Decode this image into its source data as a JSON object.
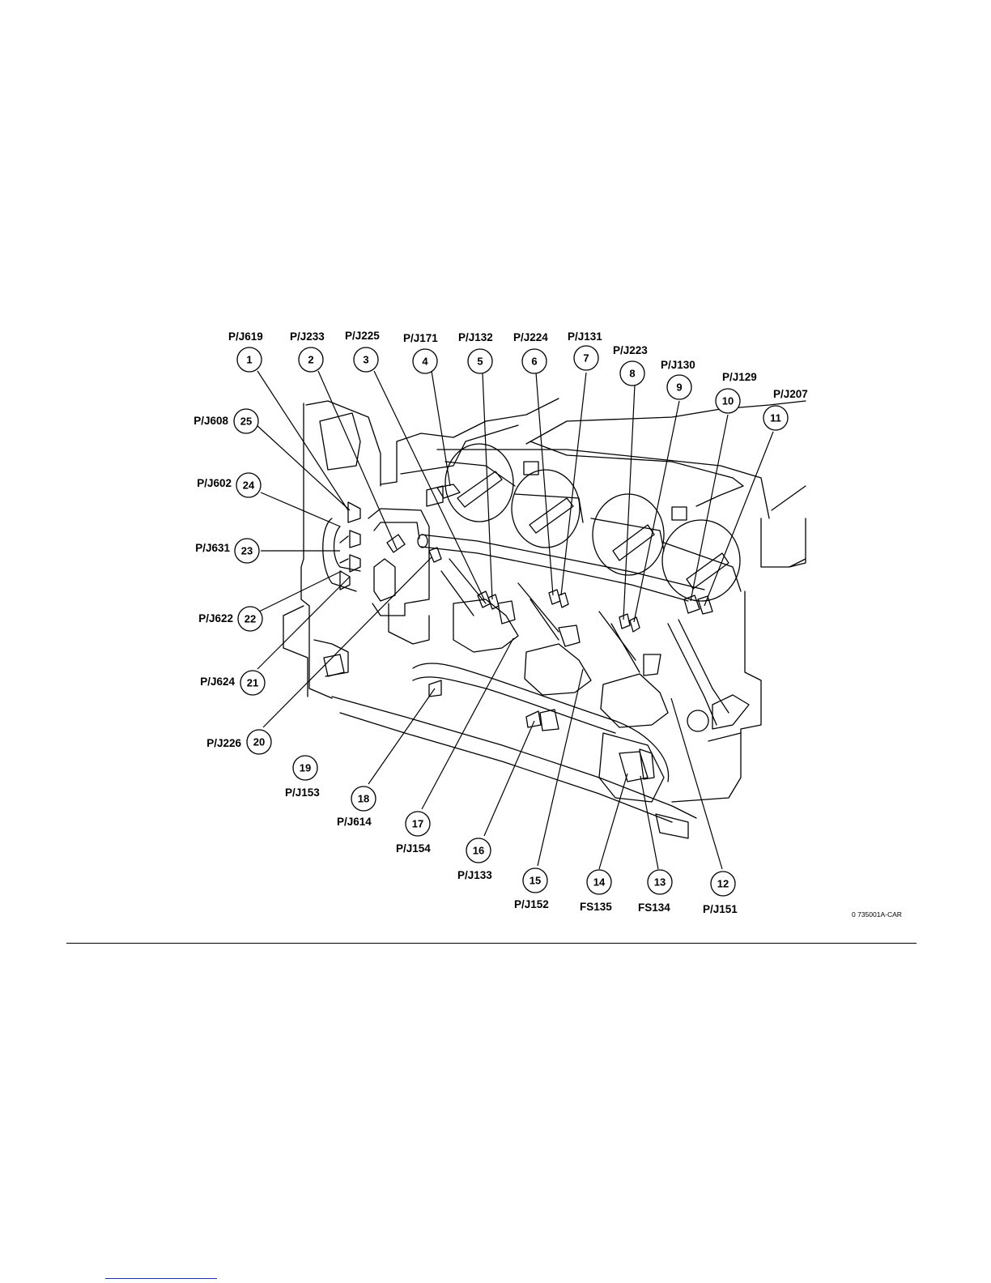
{
  "figure": {
    "id": "0 735001A-CAR",
    "callouts": [
      {
        "num": "1",
        "label": "P/J619"
      },
      {
        "num": "2",
        "label": "P/J233"
      },
      {
        "num": "3",
        "label": "P/J225"
      },
      {
        "num": "4",
        "label": "P/J171"
      },
      {
        "num": "5",
        "label": "P/J132"
      },
      {
        "num": "6",
        "label": "P/J224"
      },
      {
        "num": "7",
        "label": "P/J131"
      },
      {
        "num": "8",
        "label": "P/J223"
      },
      {
        "num": "9",
        "label": "P/J130"
      },
      {
        "num": "10",
        "label": "P/J129"
      },
      {
        "num": "11",
        "label": "P/J207"
      },
      {
        "num": "12",
        "label": "P/J151"
      },
      {
        "num": "13",
        "label": "FS134"
      },
      {
        "num": "14",
        "label": "FS135"
      },
      {
        "num": "15",
        "label": "P/J152"
      },
      {
        "num": "16",
        "label": "P/J133"
      },
      {
        "num": "17",
        "label": "P/J154"
      },
      {
        "num": "18",
        "label": "P/J614"
      },
      {
        "num": "19",
        "label": "P/J153"
      },
      {
        "num": "20",
        "label": "P/J226"
      },
      {
        "num": "21",
        "label": "P/J624"
      },
      {
        "num": "22",
        "label": "P/J622"
      },
      {
        "num": "23",
        "label": "P/J631"
      },
      {
        "num": "24",
        "label": "P/J602"
      },
      {
        "num": "25",
        "label": "P/J608"
      }
    ]
  }
}
